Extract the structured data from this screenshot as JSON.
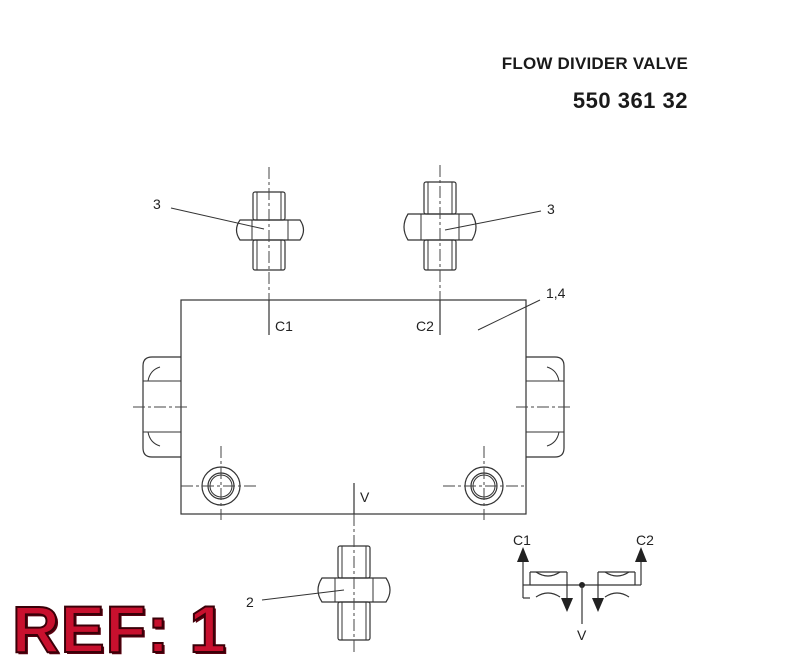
{
  "header": {
    "title": "FLOW DIVIDER VALVE",
    "part_number": "550 361 32"
  },
  "callouts": {
    "fitting_left": "3",
    "fitting_right": "3",
    "body": "1,4",
    "fitting_bottom": "2"
  },
  "ports": {
    "c1": "C1",
    "c2": "C2",
    "v": "V"
  },
  "schematic": {
    "c1": "C1",
    "c2": "C2",
    "v": "V"
  },
  "reference": "REF: 1"
}
